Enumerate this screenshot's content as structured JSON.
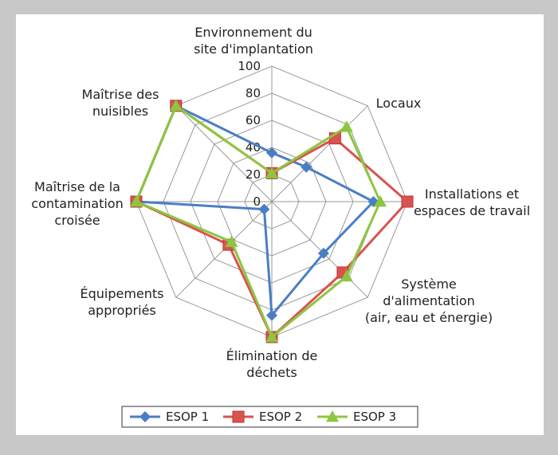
{
  "chart_data": {
    "type": "radar",
    "categories": [
      [
        "Environnement du",
        "site d'implantation"
      ],
      [
        "Locaux"
      ],
      [
        "Installations et",
        "espaces de travail"
      ],
      [
        "Système",
        "d'alimentation",
        "(air, eau et énergie)"
      ],
      [
        "Élimination de",
        "déchets"
      ],
      [
        "Équipements",
        "appropriés"
      ],
      [
        "Maîtrise de la",
        "contamination",
        "croisée"
      ],
      [
        "Maîtrise des",
        "nuisibles"
      ]
    ],
    "rlim": [
      0,
      100
    ],
    "ticks": [
      0,
      20,
      40,
      60,
      80,
      100
    ],
    "series": [
      {
        "name": "ESOP 1",
        "color": "#4a7ec4",
        "marker": "diamond",
        "values": [
          36,
          36,
          75,
          54,
          84,
          8,
          100,
          100
        ]
      },
      {
        "name": "ESOP 2",
        "color": "#d9534f",
        "marker": "square",
        "values": [
          21,
          66,
          100,
          74,
          100,
          45,
          100,
          100
        ]
      },
      {
        "name": "ESOP 3",
        "color": "#8dc63f",
        "marker": "triangle",
        "values": [
          21,
          78,
          80,
          78,
          100,
          42,
          100,
          100
        ]
      }
    ],
    "legend_position": "bottom"
  }
}
